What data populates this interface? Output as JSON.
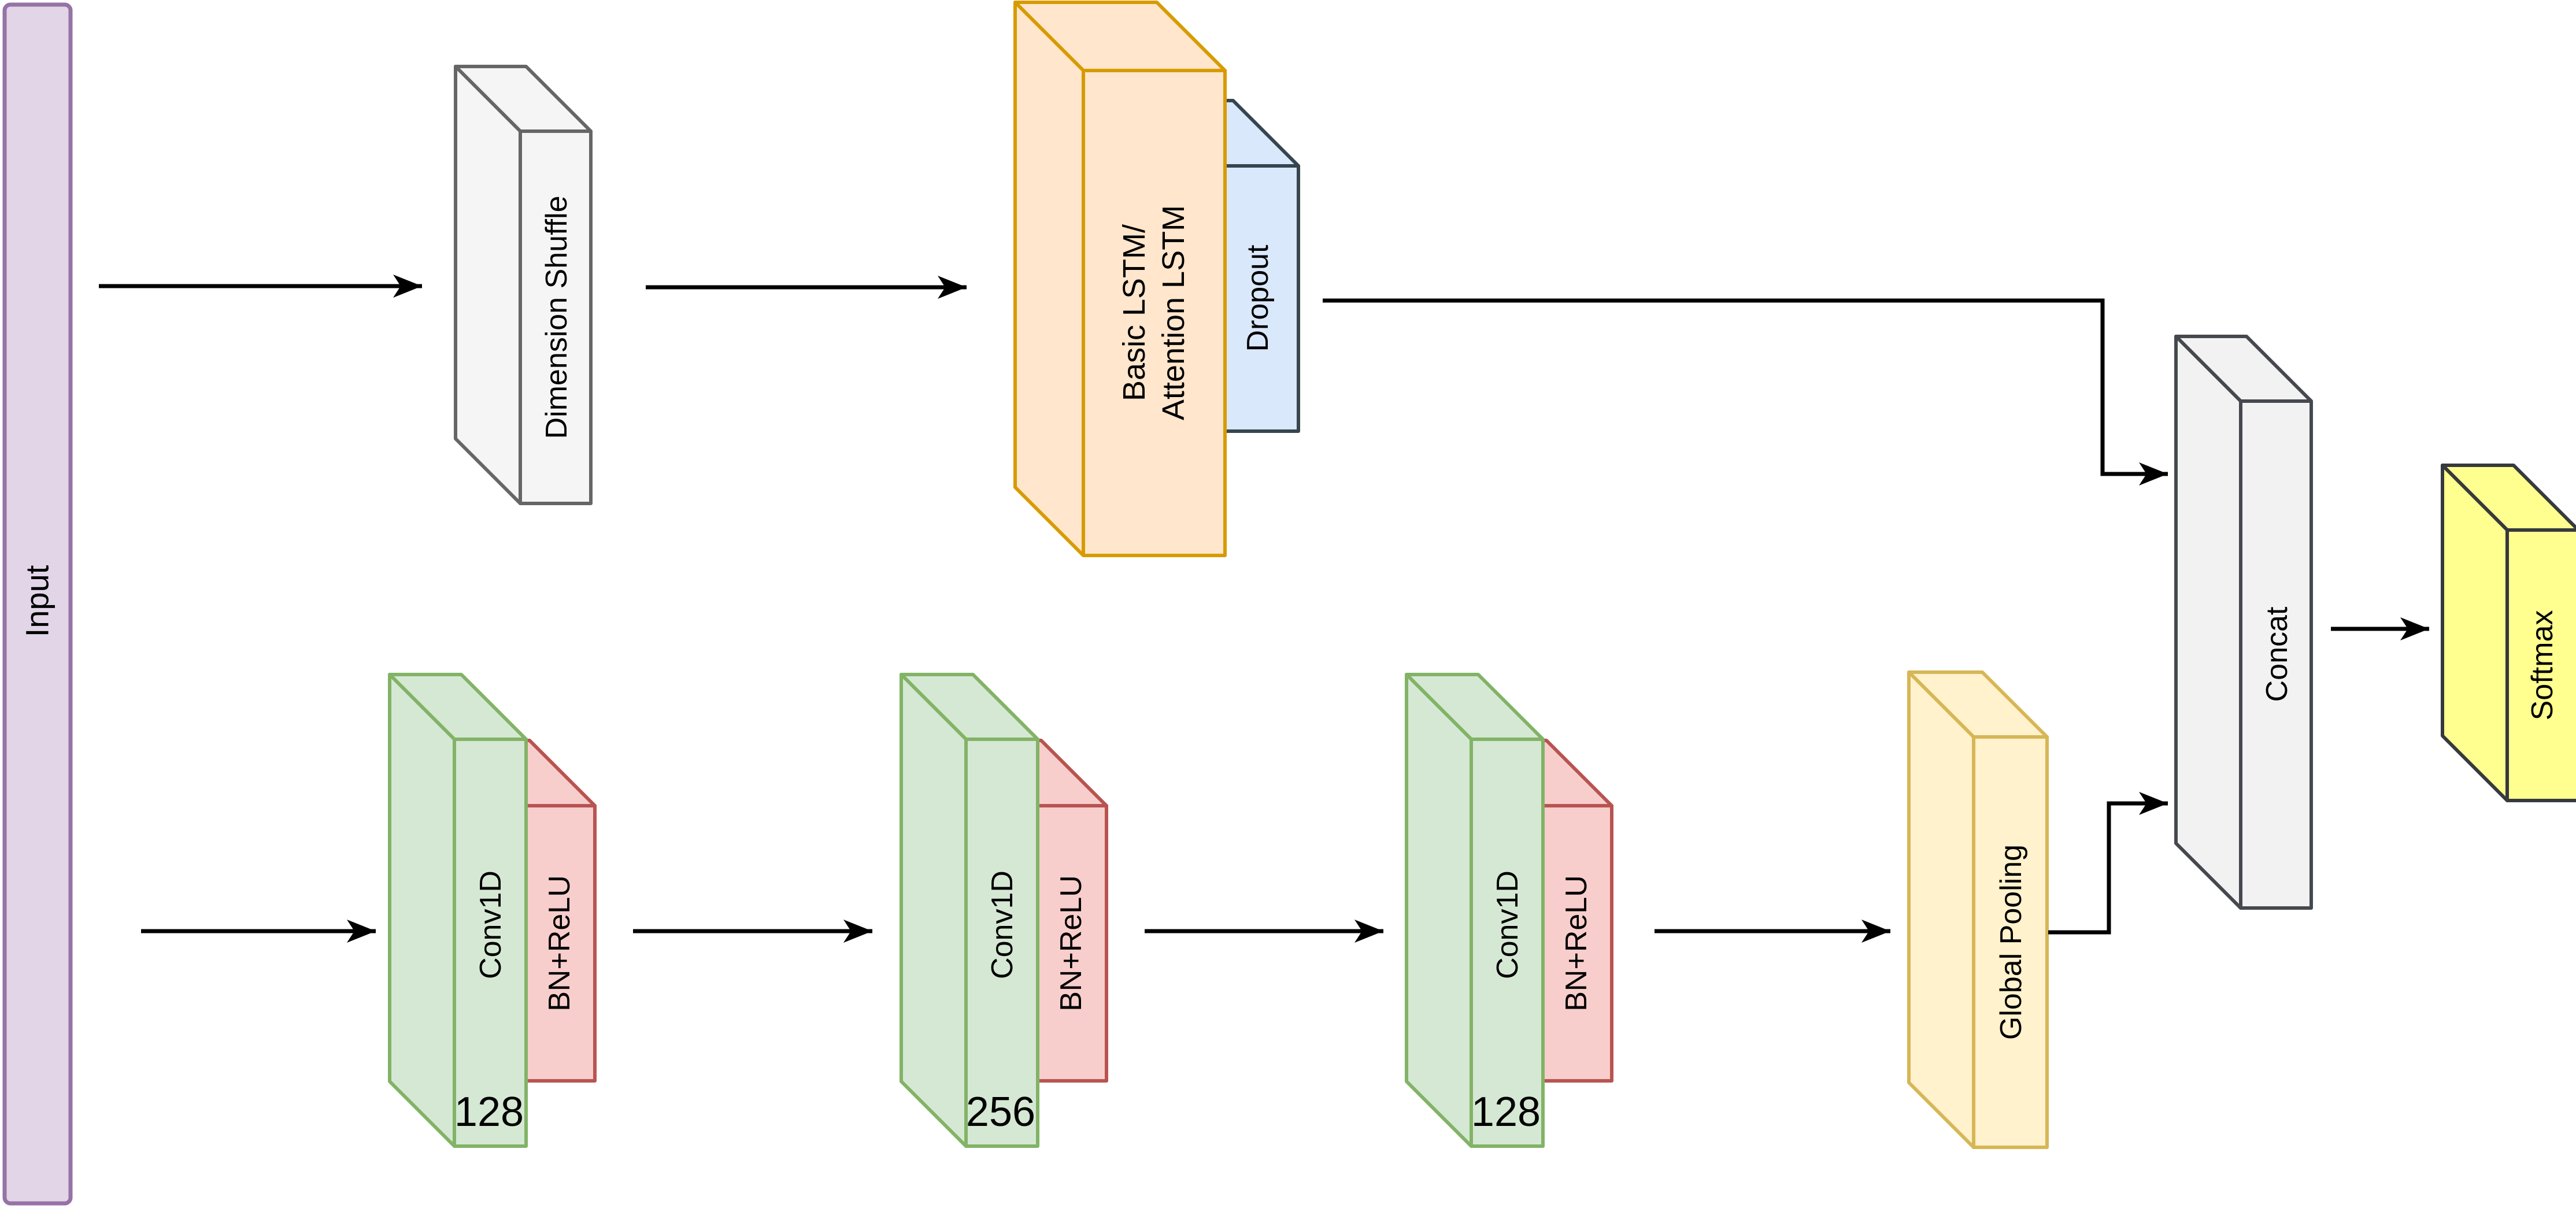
{
  "diagram": {
    "type": "neural-network-architecture (LSTM-FCN)",
    "input": {
      "label": "Input"
    },
    "lstm_branch": {
      "dimension_shuffle": {
        "label": "Dimension Shuffle"
      },
      "lstm": {
        "label_line1": "Basic LSTM/",
        "label_line2": "Attention LSTM"
      },
      "dropout": {
        "label": "Dropout"
      }
    },
    "conv_branch": {
      "blocks": [
        {
          "conv_label": "Conv1D",
          "bn_label": "BN+ReLU",
          "filters": "128"
        },
        {
          "conv_label": "Conv1D",
          "bn_label": "BN+ReLU",
          "filters": "256"
        },
        {
          "conv_label": "Conv1D",
          "bn_label": "BN+ReLU",
          "filters": "128"
        }
      ],
      "global_pooling": {
        "label": "Global Pooling"
      }
    },
    "output": {
      "concat": {
        "label": "Concat"
      },
      "softmax": {
        "label": "Softmax"
      }
    }
  },
  "colors": {
    "background": "#ffffff",
    "arrow": "#000000",
    "input": {
      "fill": "#e1d5e7",
      "stroke": "#9673a6"
    },
    "shuffle": {
      "fill": "#f5f5f5",
      "stroke": "#666666"
    },
    "lstm": {
      "fill": "#ffe6cc",
      "stroke": "#d79b00"
    },
    "dropout": {
      "fill": "#dae8fc",
      "stroke": "#36454f"
    },
    "conv": {
      "fill": "#d5e8d4",
      "stroke": "#82b366"
    },
    "bn": {
      "fill": "#f8cecc",
      "stroke": "#b85450"
    },
    "pooling": {
      "fill": "#fff2cc",
      "stroke": "#d6b656"
    },
    "concat": {
      "fill": "#f2f2f2",
      "stroke": "#45494e"
    },
    "softmax": {
      "fill": "#feff8f",
      "stroke": "#36393d"
    }
  }
}
